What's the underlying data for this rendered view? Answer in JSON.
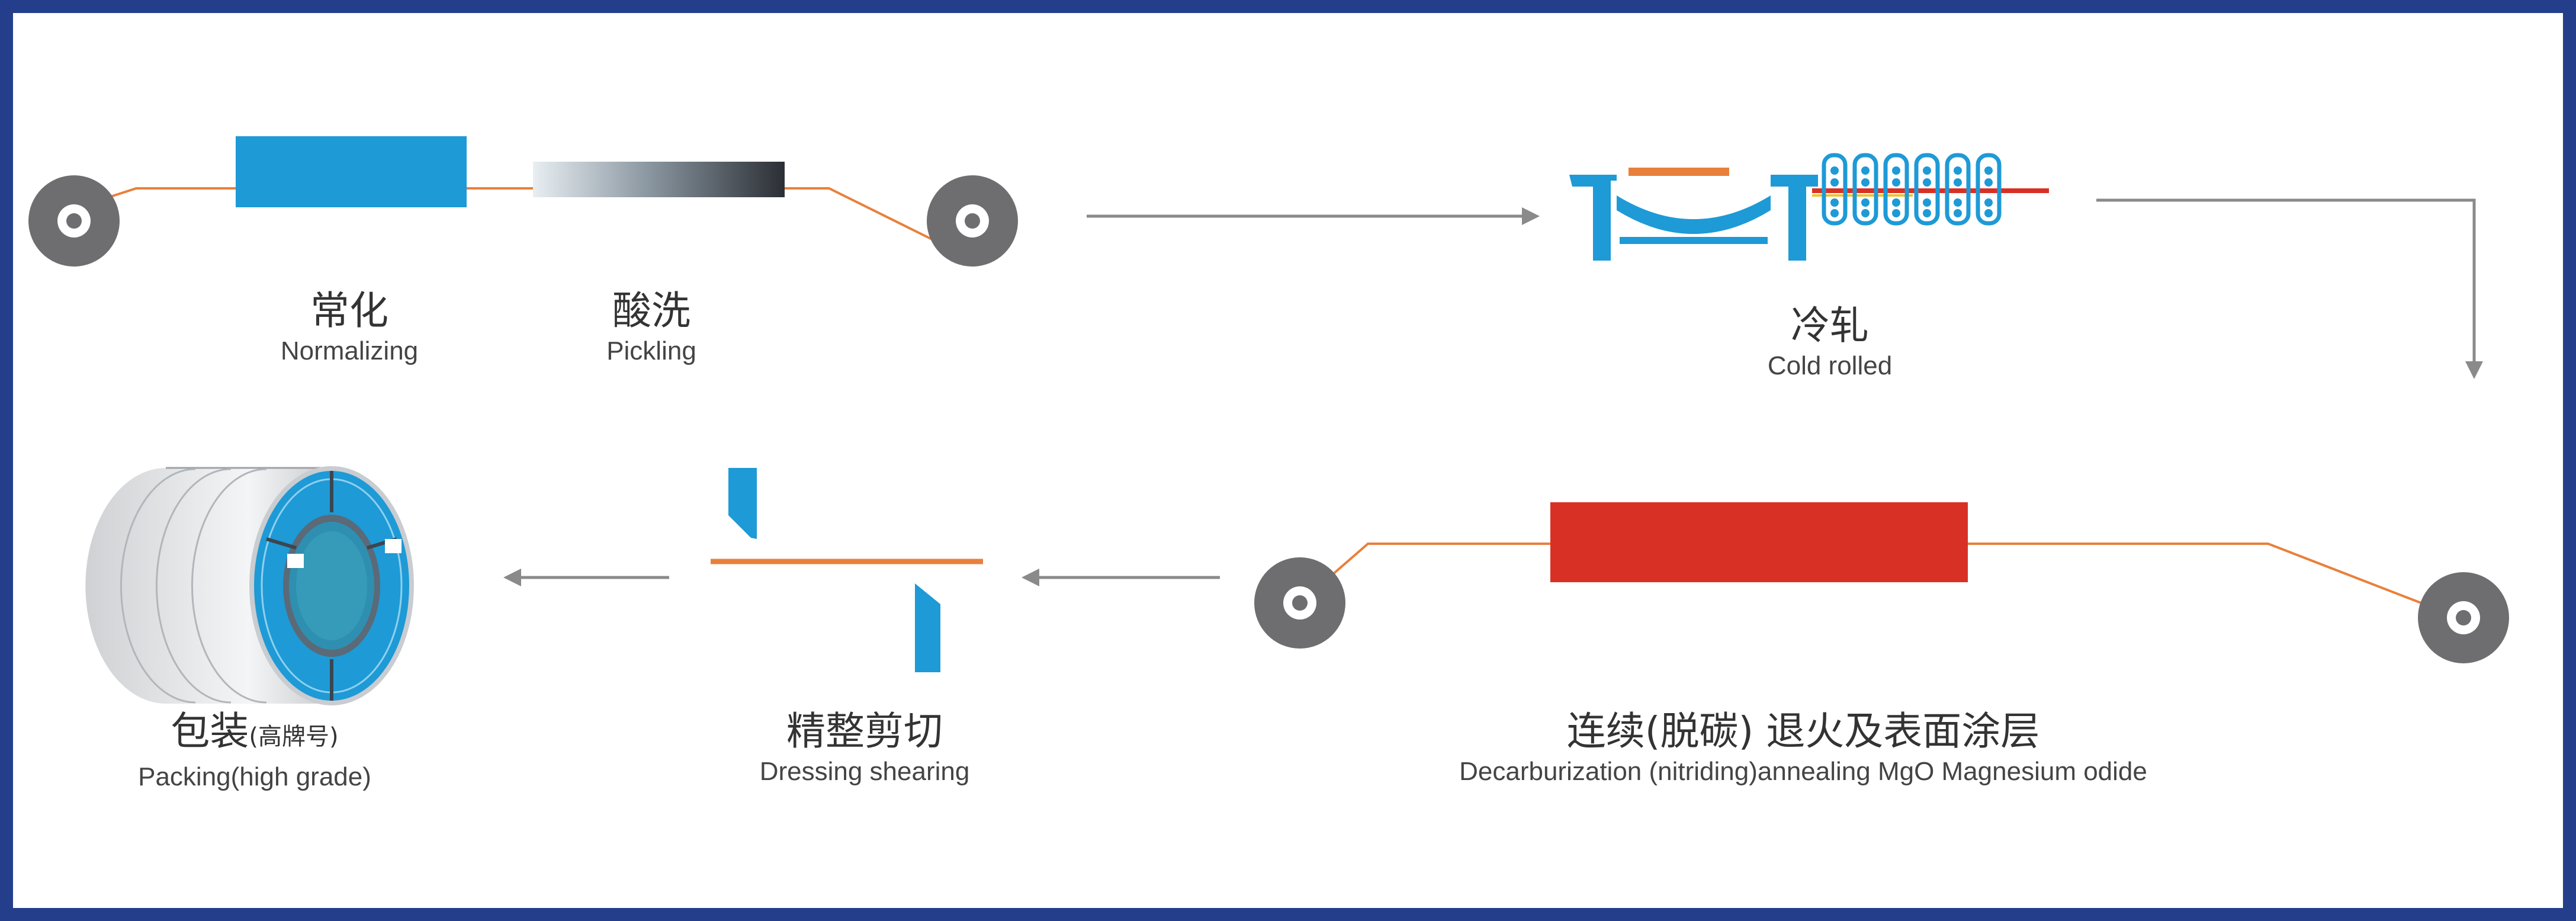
{
  "steps": {
    "normalizing": {
      "zh": "常化",
      "en": "Normalizing"
    },
    "pickling": {
      "zh": "酸洗",
      "en": "Pickling"
    },
    "cold_rolled": {
      "zh": "冷轧",
      "en": "Cold rolled"
    },
    "annealing": {
      "zh": "连续(脱碳) 退火及表面涂层",
      "en": "Decarburization (nitriding)annealing MgO Magnesium odide"
    },
    "dressing": {
      "zh": "精整剪切",
      "en": "Dressing shearing"
    },
    "packing": {
      "zh": "包装",
      "zh_note": "(高牌号)",
      "en": "Packing(high grade)"
    }
  },
  "colors": {
    "frame": "#243e8c",
    "blue": "#1e9ad6",
    "red": "#d93025",
    "orange": "#e8803b",
    "arrow": "#8a8a8a",
    "roll": "#6e6e70"
  }
}
